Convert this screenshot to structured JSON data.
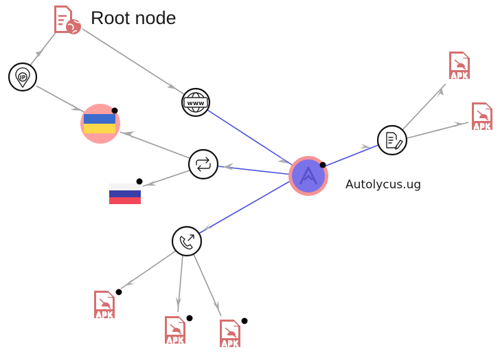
{
  "graph": {
    "root_label": "Root node",
    "focus_label": "Autolycus.ug",
    "apk_text": "APK",
    "colors": {
      "edge_default": "#9a9a9a",
      "edge_highlight": "#4a4ee0",
      "apk_icon": "#d66f6f",
      "focus_fill": "#7a72e8",
      "focus_halo": "#f69393",
      "flag_halo": "#ffa0a0",
      "ua_blue": "#3d6bcc",
      "ua_yellow": "#fcd94a",
      "ru_white": "#f4f4f4",
      "ru_blue": "#3b3fa8",
      "ru_red": "#f0485a"
    },
    "nodes": [
      {
        "id": "root",
        "type": "document-web-icon",
        "label": "Root node"
      },
      {
        "id": "ip",
        "type": "ip-location-icon"
      },
      {
        "id": "www",
        "type": "www-globe-icon"
      },
      {
        "id": "flag-ua",
        "type": "flag-ukraine",
        "badge": true,
        "highlighted": true
      },
      {
        "id": "redirect",
        "type": "redirect-icon"
      },
      {
        "id": "flag-ru",
        "type": "flag-russia",
        "badge": true
      },
      {
        "id": "autolycus",
        "type": "malware-family",
        "label": "Autolycus.ug",
        "badge": true,
        "highlighted": true
      },
      {
        "id": "report",
        "type": "document-edit-icon"
      },
      {
        "id": "apk-1",
        "type": "apk-file-icon"
      },
      {
        "id": "apk-2",
        "type": "apk-file-icon"
      },
      {
        "id": "phone",
        "type": "phone-callback-icon"
      },
      {
        "id": "apk-3",
        "type": "apk-file-icon",
        "badge": true
      },
      {
        "id": "apk-4",
        "type": "apk-file-icon",
        "badge": true
      },
      {
        "id": "apk-5",
        "type": "apk-file-icon",
        "badge": true
      }
    ],
    "edges": [
      {
        "from": "root",
        "to": "ip",
        "style": "default"
      },
      {
        "from": "root",
        "to": "www",
        "style": "default"
      },
      {
        "from": "ip",
        "to": "flag-ua",
        "style": "default"
      },
      {
        "from": "www",
        "to": "autolycus",
        "style": "highlight"
      },
      {
        "from": "redirect",
        "to": "flag-ua",
        "style": "default"
      },
      {
        "from": "redirect",
        "to": "flag-ru",
        "style": "default"
      },
      {
        "from": "autolycus",
        "to": "redirect",
        "style": "highlight"
      },
      {
        "from": "autolycus",
        "to": "report",
        "style": "highlight"
      },
      {
        "from": "autolycus",
        "to": "phone",
        "style": "highlight"
      },
      {
        "from": "report",
        "to": "apk-1",
        "style": "default"
      },
      {
        "from": "report",
        "to": "apk-2",
        "style": "default"
      },
      {
        "from": "phone",
        "to": "apk-3",
        "style": "default"
      },
      {
        "from": "phone",
        "to": "apk-4",
        "style": "default"
      },
      {
        "from": "phone",
        "to": "apk-5",
        "style": "default"
      }
    ]
  }
}
